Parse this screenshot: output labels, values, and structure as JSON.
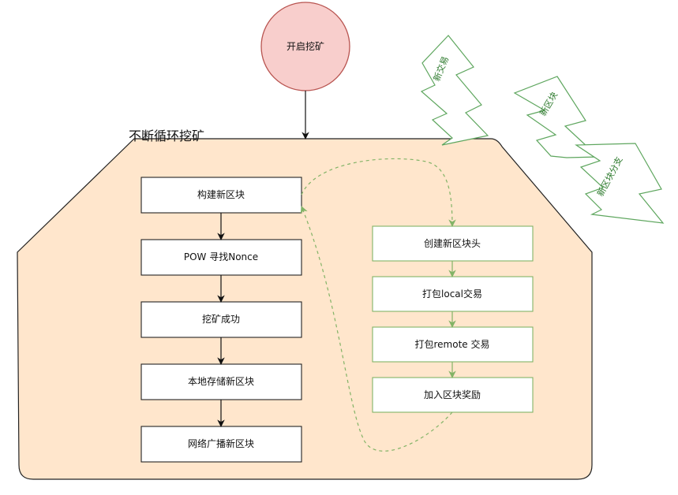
{
  "start_node": {
    "label": "开启挖矿"
  },
  "container": {
    "title": "不断循环挖矿"
  },
  "left_flow": {
    "steps": [
      {
        "label": "构建新区块"
      },
      {
        "label": "POW 寻找Nonce"
      },
      {
        "label": "挖矿成功"
      },
      {
        "label": "本地存储新区块"
      },
      {
        "label": "网络广播新区块"
      }
    ]
  },
  "right_flow": {
    "steps": [
      {
        "label": "创建新区块头"
      },
      {
        "label": "打包local交易"
      },
      {
        "label": "打包remote 交易"
      },
      {
        "label": "加入区块奖励"
      }
    ]
  },
  "events": [
    {
      "label": "新交易"
    },
    {
      "label": "新区块"
    },
    {
      "label": "新区块分支"
    }
  ],
  "colors": {
    "container_fill": "#ffe6cc",
    "container_stroke": "#222222",
    "start_fill": "#f8cecc",
    "start_stroke": "#b85450",
    "box_stroke": "#222222",
    "green_box_stroke": "#82b366",
    "green_arrow": "#82b366",
    "bolt_stroke": "#5ea65e",
    "bolt_text": "#2d7a2d"
  }
}
